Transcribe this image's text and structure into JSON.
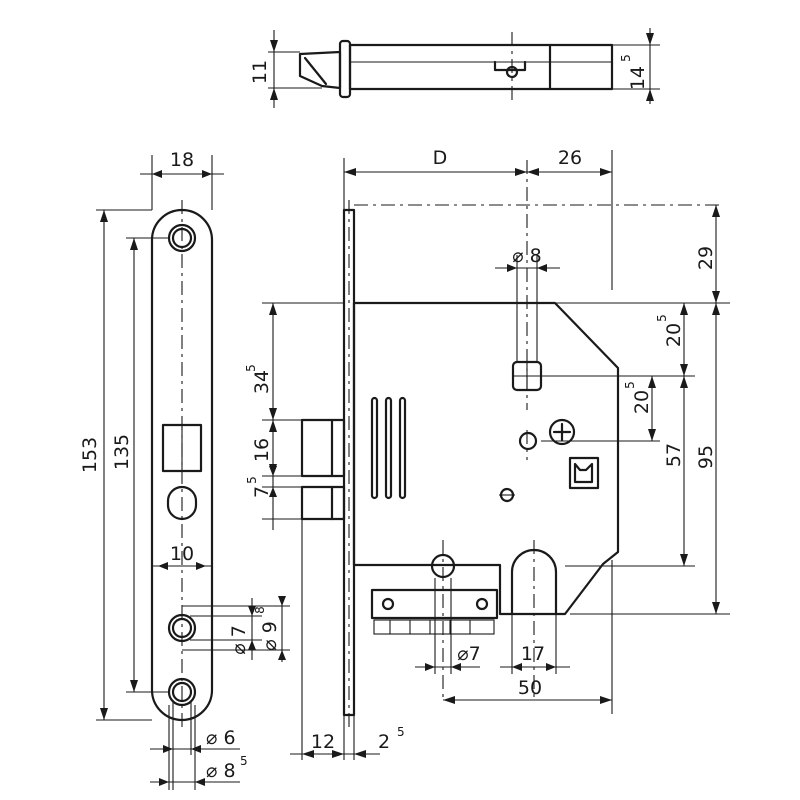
{
  "dimensions": {
    "bolt_height": "11",
    "bolt_right": "14",
    "bolt_right_sup": "5",
    "faceplate_width": "18",
    "faceplate_length": "153",
    "screw_spacing": "135",
    "faceplate_inner": "10",
    "hole_small": "⌀ 7",
    "hole_large": "⌀ 9",
    "hole_large_sup": "8",
    "screw_dia": "⌀ 6",
    "countersink": "⌀ 8",
    "countersink_sup": "5",
    "backset": "D",
    "case_offset": "26",
    "top_offset": "29",
    "d8": "⌀ 8",
    "latch_pos": "34",
    "latch_pos_sup": "5",
    "latch_height": "16",
    "deadbolt_gap": "7",
    "deadbolt_gap_sup": "5",
    "spindle_offset": "20",
    "spindle_offset_sup": "5",
    "follower_offset": "20",
    "follower_offset_sup": "5",
    "dist_57": "57",
    "dist_95": "95",
    "cyl_dia": "⌀7",
    "cyl_17": "17",
    "cyl_50": "50",
    "front_12": "12",
    "front_2": "2",
    "front_2_sup": "5"
  }
}
